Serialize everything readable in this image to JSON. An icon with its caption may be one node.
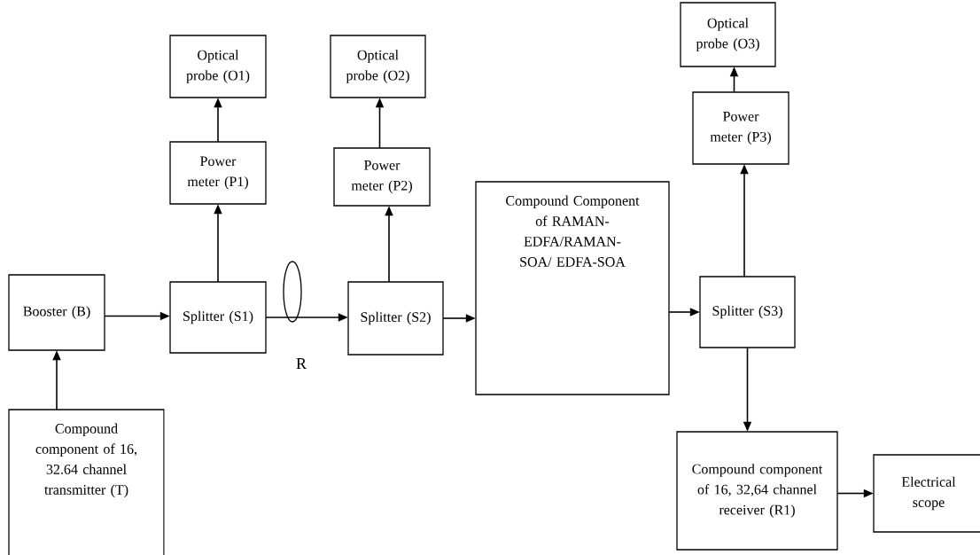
{
  "diagram": {
    "nodes": [
      {
        "text": [
          "Optical probe (O1)"
        ]
      },
      {
        "text": [
          "Optical probe (O2)"
        ]
      },
      {
        "text": [
          "Optical probe (O3)"
        ]
      },
      {
        "text": [
          "Power meter (P1)"
        ]
      },
      {
        "text": [
          "Power meter (P2)"
        ]
      },
      {
        "text": [
          "Compound Component of RAMAN-EDFA/RAMAN-SOA/ EDFA-SOA"
        ]
      },
      {
        "text": [
          "Power meter (P3)"
        ]
      },
      {
        "text": [
          "Booster (B)"
        ]
      },
      {
        "text": [
          "Splitter (S1)"
        ]
      },
      {
        "text": [
          "Splitter (S2)"
        ]
      },
      {
        "text": [
          "Splitter (S3)"
        ]
      },
      {
        "text": [
          "Compound component of 16, 32.64 channel transmitter (T)"
        ]
      },
      {
        "text": [
          "Compound component of 16, 32,64 channel receiver (R1)"
        ]
      },
      {
        "text": [
          "Electrical scope"
        ]
      }
    ],
    "edges": [
      {
        "from": 11,
        "to": 7,
        "arrow": "to"
      },
      {
        "from": 7,
        "to": 8,
        "arrow": "to"
      },
      {
        "from": 8,
        "to": 3,
        "arrow": "to"
      },
      {
        "from": 3,
        "to": 0,
        "arrow": "to"
      },
      {
        "from": 8,
        "to": 9,
        "arrow": "to"
      },
      {
        "from": 9,
        "to": 4,
        "arrow": "to"
      },
      {
        "from": 4,
        "to": 1,
        "arrow": "to"
      },
      {
        "from": 9,
        "to": 5,
        "arrow": "to"
      },
      {
        "from": 5,
        "to": 10,
        "arrow": "to"
      },
      {
        "from": 10,
        "to": 6,
        "arrow": "to"
      },
      {
        "from": 6,
        "to": 2,
        "arrow": "to"
      },
      {
        "from": 10,
        "to": 12,
        "arrow": "to"
      },
      {
        "from": 12,
        "to": 13,
        "arrow": "to"
      }
    ],
    "labels": [
      "R"
    ]
  }
}
